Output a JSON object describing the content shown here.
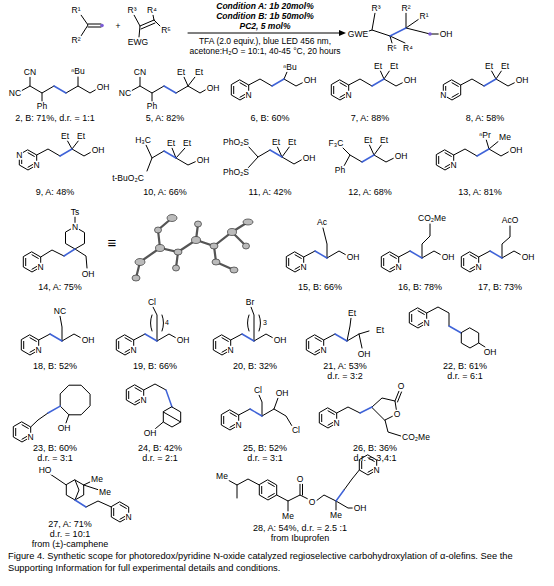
{
  "diagram": {
    "caption": "Figure 4. Synthetic scope for photoredox/pyridine N-oxide catalyzed regioselective carbohydroxylation of α-olefins. See the Supporting Information for full experimental details and conditions.",
    "labels": [
      "Condition A: 1b 20mol%",
      "Condition B: 1b 50mol%",
      "PC2, 5 mol%",
      "TFA (2.0 equiv.), blue LED 456 nm,",
      "acetone:H₂O = 10:1, 40-45 °C, 20 hours",
      "R¹",
      "R²",
      "+",
      "R³",
      "R⁴",
      "EWG",
      "R⁵",
      "R³",
      "R²",
      "R¹",
      "GWE",
      "R⁵",
      "R⁴",
      "OH",
      "CN",
      "NC",
      "Ph",
      "ⁿBu",
      "OH",
      "2, B: 71%, d.r. = 1:1",
      "CN",
      "NC",
      "Ph",
      "Et",
      "Et",
      "OH",
      "5, A: 82%",
      "N",
      "ⁿBu",
      "OH",
      "6, B: 60%",
      "N",
      "Et",
      "Et",
      "OH",
      "7, A: 88%",
      "N",
      "Et",
      "Et",
      "OH",
      "8, A: 58%",
      "N",
      "N",
      "Et",
      "Et",
      "OH",
      "9, A: 48%",
      "H₃C",
      "Et",
      "Et",
      "t-BuO₂C",
      "OH",
      "10, A: 66%",
      "PhO₂S",
      "PhO₂S",
      "Et",
      "Et",
      "OH",
      "11, A: 42%",
      "F₃C",
      "Ph",
      "Et",
      "Et",
      "OH",
      "12, A: 68%",
      "N",
      "ⁿPr",
      "Me",
      "OH",
      "13, A: 81%",
      "Ts",
      "N",
      "N",
      "OH",
      "≡",
      "14, A: 75%",
      "Ac",
      "N",
      "OH",
      "15, B: 66%",
      "CO₂Me",
      "N",
      "OH",
      "16, B: 78%",
      "AcO",
      "N",
      "OH",
      "17, B: 73%",
      "NC",
      "N",
      "OH",
      "18, B: 52%",
      "Cl",
      "4",
      "N",
      "OH",
      "19, B: 66%",
      "Br",
      "3",
      "N",
      "OH",
      "20, B: 32%",
      "Et",
      "N",
      "OH",
      "Et",
      "21, A: 53%",
      "d.r. = 3:2",
      "N",
      "OH",
      "22, B: 61%",
      "d.r. = 6:1",
      "N",
      "OH",
      "23, B: 60%",
      "d.r. = 3:1",
      "N",
      "OH",
      "24, B: 42%",
      "d.r. = 2:1",
      "Cl",
      "N",
      "OH",
      "Cl",
      "25, B: 52%",
      "d.r. = 3:1",
      "O",
      "O",
      "N",
      "CO₂Me",
      "26, B: 36%",
      "d.r. = 3,4:1",
      "HO",
      "Me",
      "Me",
      "N",
      "27, A: 71%",
      "d.r. = 10:1",
      "from (±)-camphene",
      "Me",
      "Me",
      "O",
      "O",
      "Me",
      "N",
      "OH",
      "28, A: 54%, d.r. = 2.5 :1",
      "from Ibuprofen"
    ]
  }
}
